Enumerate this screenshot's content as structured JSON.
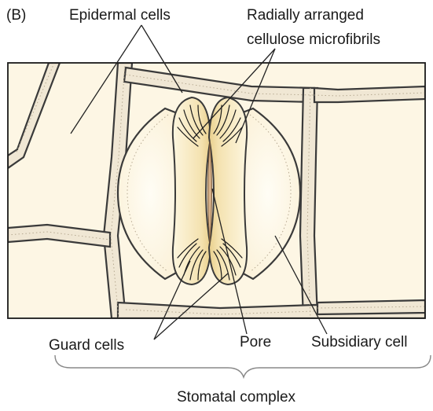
{
  "panel_label": "(B)",
  "labels": {
    "epidermal_cells": "Epidermal cells",
    "microfibrils_line1": "Radially arranged",
    "microfibrils_line2": "cellulose microfibrils",
    "guard_cells": "Guard cells",
    "pore": "Pore",
    "subsidiary_cell": "Subsidiary cell",
    "stomatal_complex": "Stomatal complex"
  },
  "colors": {
    "epidermal_fill": "#fdf6e4",
    "cell_wall": "#f0e7d4",
    "wall_outline": "#3a3a3a",
    "subsidiary_fill": "#fef8e8",
    "guard_cell_fill": "#faf0cf",
    "guard_cell_inner": "#f0dba0",
    "pore_fill": "#d6b088"
  }
}
